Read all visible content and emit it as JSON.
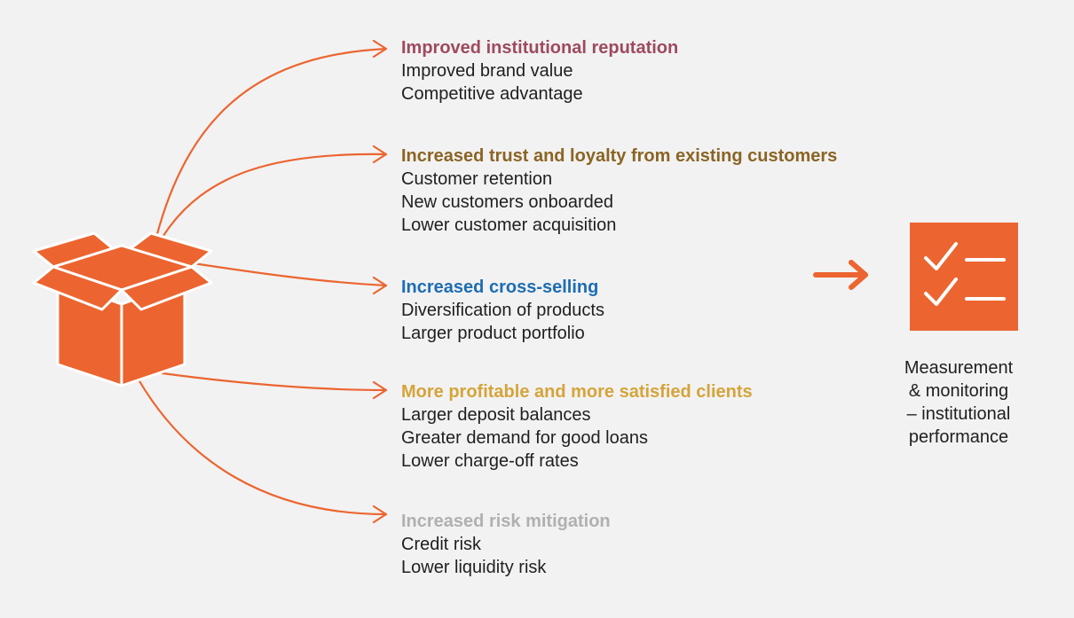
{
  "colors": {
    "background": "#f2f2f2",
    "accent": "#ec6530"
  },
  "source_icon": "open-box-icon",
  "benefits": [
    {
      "heading": "Improved institutional reputation",
      "heading_color": "#9e4a5f",
      "details": [
        "Improved brand value",
        "Competitive advantage"
      ]
    },
    {
      "heading": "Increased trust and loyalty from existing customers",
      "heading_color": "#8b6424",
      "details": [
        "Customer retention",
        "New customers onboarded",
        "Lower customer acquisition"
      ]
    },
    {
      "heading": "Increased cross-selling",
      "heading_color": "#1d6db3",
      "details": [
        "Diversification of products",
        "Larger product portfolio"
      ]
    },
    {
      "heading": "More profitable and more satisfied clients",
      "heading_color": "#d5a43a",
      "details": [
        "Larger deposit balances",
        "Greater demand for good loans",
        "Lower charge-off rates"
      ]
    },
    {
      "heading": "Increased risk mitigation",
      "heading_color": "#b0b0b0",
      "details": [
        "Credit risk",
        "Lower liquidity risk"
      ]
    }
  ],
  "outcome": {
    "icon": "checklist-icon",
    "label_lines": [
      "Measurement",
      "& monitoring",
      "– institutional",
      "performance"
    ]
  }
}
